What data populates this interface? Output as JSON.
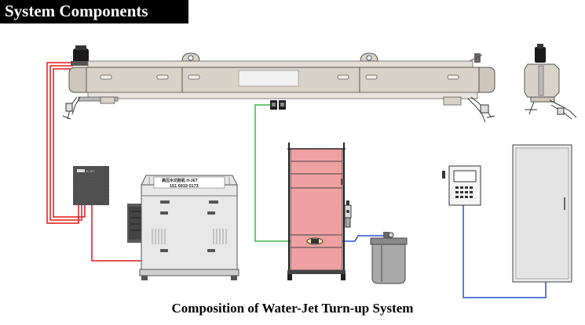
{
  "header": {
    "title": "System Components"
  },
  "caption": "Composition of Water-Jet Turn-up System",
  "labels": {
    "pump_nameplate_line1": "高压水切割机 H-JET",
    "pump_nameplate_line2": "151 6919 0173",
    "control_box_label": "E-JET"
  },
  "colors": {
    "water_line": "#e01818",
    "signal_line": "#3ab54a",
    "air_line": "#2a4fd6",
    "control_line": "#2a4fd6",
    "tank_cabinet": "#f0a0a0",
    "frame_beige": "#d9d2c8"
  },
  "components": [
    "turn-up beam with cutting heads",
    "cutting head side view",
    "high-voltage control box",
    "high-pressure water pump",
    "abrasive tank cabinet",
    "pressure vessel",
    "hmi controller",
    "electrical cabinet"
  ]
}
